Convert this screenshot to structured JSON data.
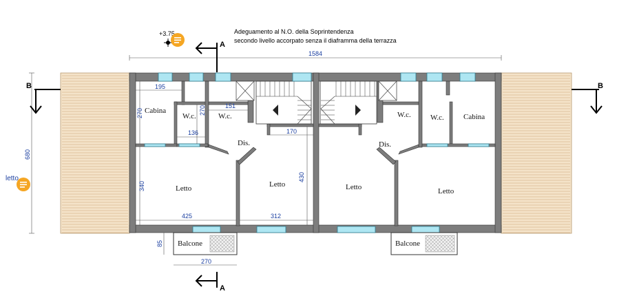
{
  "notes": {
    "line1": "Adeguamento al N.O. della Soprintendenza",
    "line2": "secondo livello accorpato senza il diaframma della terrazza",
    "elevation": "+3.75"
  },
  "section_marks": {
    "a_top": "A",
    "a_bottom": "A",
    "b_left": "B",
    "b_right": "B"
  },
  "dimensions": {
    "total_width": "1584",
    "total_height": "680",
    "d195": "195",
    "d270_left": "270",
    "d270_wc": "270",
    "d136": "136",
    "d151": "151",
    "d170": "170",
    "d340": "340",
    "d430": "430",
    "d425": "425",
    "d312": "312",
    "d85": "85",
    "d270_balcony": "270"
  },
  "rooms": {
    "cabina_left": "Cabina",
    "wc1_left": "W.c.",
    "wc2_left": "W.c.",
    "dis_left": "Dis.",
    "letto1_left": "Letto",
    "letto2_left": "Letto",
    "balcone_left": "Balcone",
    "letto1_right": "Letto",
    "letto2_right": "Letto",
    "dis_right": "Dis.",
    "wc1_right": "W.c.",
    "wc2_right": "W.c.",
    "cabina_right": "Cabina",
    "balcone_right": "Balcone"
  },
  "annotations": {
    "letto_label": "letto"
  },
  "colors": {
    "wall": "#7d7d7d",
    "window": "#aee6f2",
    "terrace": "#f4e3c9",
    "dimension_text": "#1b3fa0",
    "comment_pin": "#f5a623"
  }
}
